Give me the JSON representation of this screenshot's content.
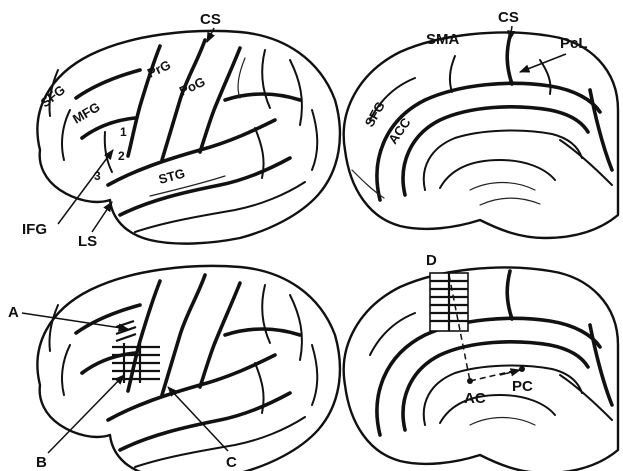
{
  "labels": {
    "cs_lateral": "CS",
    "sfg_lateral": "SFG",
    "mfg": "MFG",
    "prg": "PrG",
    "pog": "PoG",
    "stg": "STG",
    "num1": "1",
    "num2": "2",
    "num3": "3",
    "ifg": "IFG",
    "ls": "LS",
    "sma": "SMA",
    "cs_medial": "CS",
    "pcl": "PcL",
    "sfg_medial": "SFG",
    "acc": "ACC",
    "a": "A",
    "b": "B",
    "c": "C",
    "d": "D",
    "ac": "AC",
    "pc": "PC"
  },
  "colors": {
    "ink": "#111111",
    "paper": "#ffffff"
  }
}
